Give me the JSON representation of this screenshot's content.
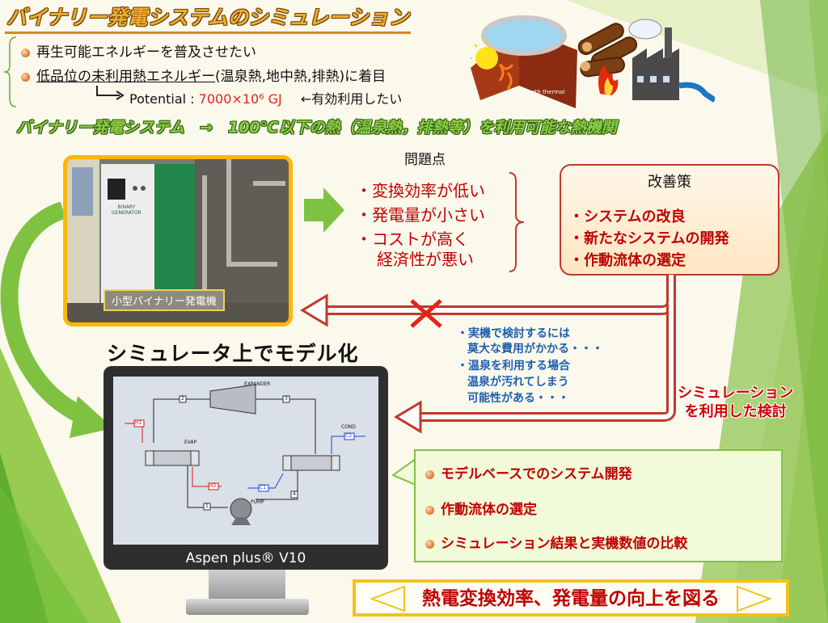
{
  "title": "バイナリー発電システムのシミュレーション",
  "intro": {
    "bullet1": "再生可能エネルギーを普及させたい",
    "bullet2_underlined": "低品位の未利用熱エネルギー",
    "bullet2_rest": "(温泉熱,地中熱,排熱)に着目",
    "potential_label": "Potential :",
    "potential_value": "7000×10⁶ GJ",
    "potential_note": "←有効利用したい"
  },
  "illustration": {
    "earth_label": "Earth thermal"
  },
  "subtitle": "バイナリー発電システム　→　100℃以下の熱（温泉熱，排熱等）を利用可能な熱機関",
  "photo": {
    "label": "小型バイナリー発電機",
    "machine_text": [
      "BINARY",
      "GENERATOR"
    ]
  },
  "problems": {
    "heading": "問題点",
    "items": [
      "・変換効率が低い",
      "・発電量が小さい",
      "・コストが高く",
      "経済性が悪い"
    ]
  },
  "improvements": {
    "heading": "改善策",
    "items": [
      "・システムの改良",
      "・新たなシステムの開発",
      "・作動流体の選定"
    ]
  },
  "notes": [
    "・実機で検討するには",
    "莫大な費用がかかる・・・",
    "・温泉を利用する場合",
    "温泉が汚れてしまう",
    "可能性がある・・・"
  ],
  "model_title": "シミュレータ上でモデル化",
  "flowsheet": {
    "expander": "EXPANDER",
    "evap": "EVAP",
    "cond": "COND",
    "pump": "PUMP",
    "streams": [
      "H1",
      "H2",
      "C1",
      "C2",
      "1",
      "2",
      "3",
      "4"
    ]
  },
  "aspen_label": "Aspen plus® V10",
  "simulation_note": [
    "シミュレーション",
    "を利用した検討"
  ],
  "outcomes": [
    "モデルベースでのシステム開発",
    "作動流体の選定",
    "シミュレーション結果と実機数値の比較"
  ],
  "banner": "熱電変換効率、発電量の向上を図る",
  "colors": {
    "accent_red": "#c00000",
    "title_orange": "#f1ab2f",
    "subtitle_green": "#8ccd45",
    "potential_red": "#e3241b",
    "note_blue": "#1f5fb0"
  }
}
